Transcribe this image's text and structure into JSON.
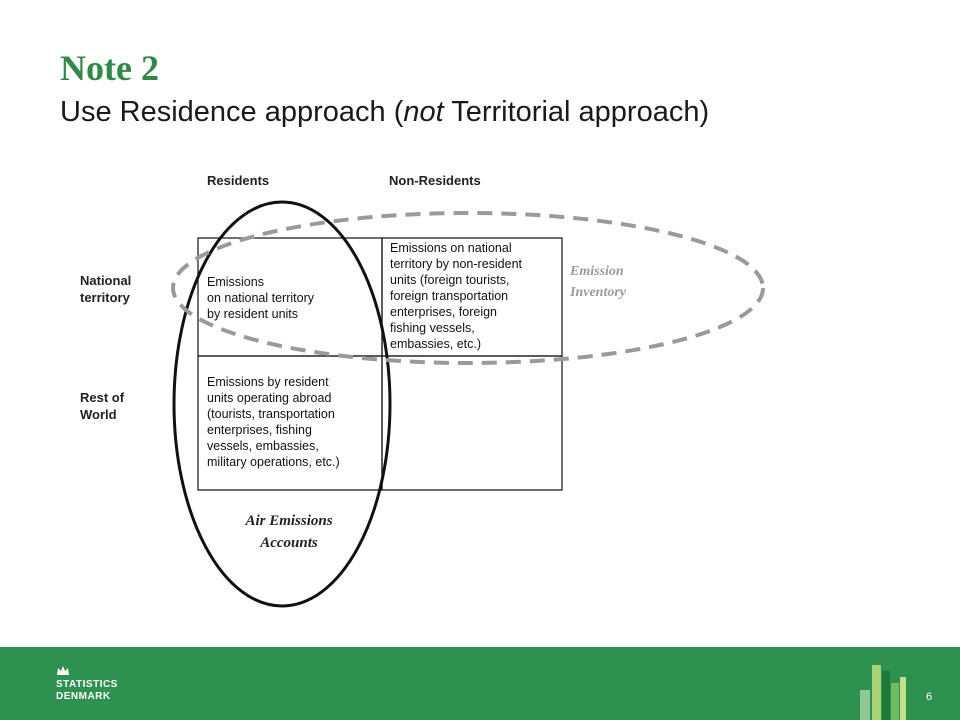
{
  "slide": {
    "title": "Note 2",
    "subtitle": {
      "before": "Use Residence approach (",
      "emphasis": "not",
      "after": " Territorial approach)"
    },
    "page_number": "6"
  },
  "diagram": {
    "column_headers": {
      "residents": "Residents",
      "non_residents": "Non-Residents"
    },
    "row_labels": {
      "national": [
        "National",
        "territory"
      ],
      "rest": [
        "Rest of",
        "World"
      ]
    },
    "cells": {
      "national_residents": [
        "Emissions",
        "on national territory",
        "by resident units"
      ],
      "national_nonresidents": [
        "Emissions on national",
        "territory by non-resident",
        "units (foreign tourists,",
        "foreign transportation",
        "enterprises, foreign",
        "fishing vessels,",
        "embassies, etc.)"
      ],
      "rest_residents": [
        "Emissions by resident",
        "units operating abroad",
        "(tourists, transportation",
        "enterprises, fishing",
        "vessels, embassies,",
        "military operations, etc.)"
      ]
    },
    "emission_inventory_label": [
      "Emission",
      "Inventory"
    ],
    "air_emissions_label": [
      "Air Emissions",
      "Accounts"
    ],
    "colors": {
      "solid": "#111111",
      "dashed": "#9a9a9a",
      "green": "#2e8b47",
      "footer": "#2e9150"
    }
  },
  "footer": {
    "logo": [
      "STATISTICS",
      "DENMARK"
    ]
  }
}
